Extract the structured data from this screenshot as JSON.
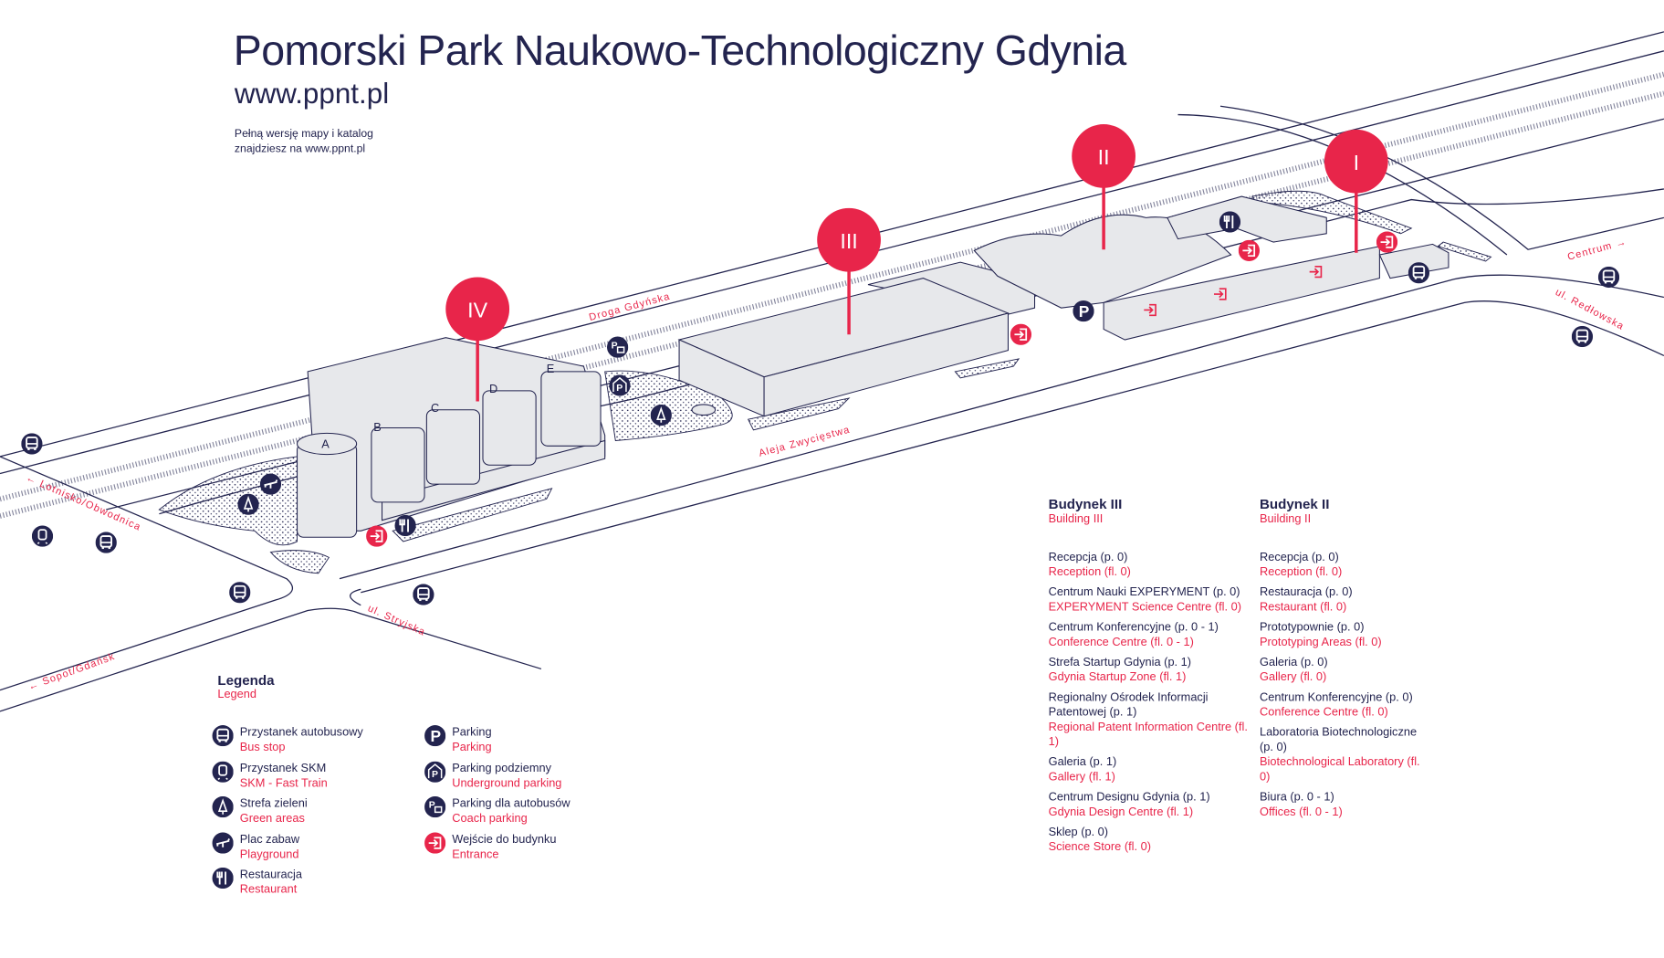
{
  "header": {
    "title": "Pomorski Park Naukowo-Technologiczny Gdynia",
    "url": "www.ppnt.pl",
    "note_line1": "Pełną wersję mapy i katalog",
    "note_line2": "znajdziesz na www.ppnt.pl"
  },
  "map": {
    "buildings": [
      "IV",
      "III",
      "II",
      "I"
    ],
    "wings": [
      "A",
      "B",
      "C",
      "D",
      "E"
    ],
    "roads": {
      "droga": "Droga Gdyńska",
      "aleja": "Aleja Zwycięstwa",
      "lotnisko": "← Lotnisko/Obwodnica",
      "sopot": "← Sopot/Gdańsk",
      "stryjska": "ul. Stryjska",
      "centrum": "Centrum →",
      "redlowska": "ul. Redłowska"
    },
    "colors": {
      "navy": "#23244f",
      "red": "#e8254a",
      "building": "#e7e8eb"
    }
  },
  "building3": {
    "title": "Budynek III",
    "subtitle": "Building III",
    "items": [
      {
        "pl": "Recepcja (p. 0)",
        "en": "Reception (fl. 0)"
      },
      {
        "pl": "Centrum Nauki EXPERYMENT (p. 0)",
        "en": "EXPERYMENT Science Centre (fl. 0)"
      },
      {
        "pl": "Centrum Konferencyjne (p. 0 - 1)",
        "en": "Conference Centre (fl. 0 - 1)"
      },
      {
        "pl": "Strefa Startup Gdynia (p. 1)",
        "en": "Gdynia Startup Zone (fl. 1)"
      },
      {
        "pl": "Regionalny Ośrodek Informacji Patentowej (p. 1)",
        "en": "Regional Patent Information Centre (fl. 1)"
      },
      {
        "pl": "Galeria (p. 1)",
        "en": "Gallery (fl. 1)"
      },
      {
        "pl": "Centrum Designu Gdynia (p. 1)",
        "en": "Gdynia Design Centre (fl. 1)"
      },
      {
        "pl": "Sklep (p. 0)",
        "en": "Science Store (fl. 0)"
      }
    ]
  },
  "building2": {
    "title": "Budynek II",
    "subtitle": "Building II",
    "items": [
      {
        "pl": "Recepcja (p. 0)",
        "en": "Reception (fl. 0)"
      },
      {
        "pl": "Restauracja (p. 0)",
        "en": "Restaurant (fl. 0)"
      },
      {
        "pl": "Prototypownie (p. 0)",
        "en": "Prototyping Areas (fl. 0)"
      },
      {
        "pl": "Galeria (p. 0)",
        "en": "Gallery (fl. 0)"
      },
      {
        "pl": "Centrum Konferencyjne (p. 0)",
        "en": "Conference Centre (fl. 0)"
      },
      {
        "pl": "Laboratoria Biotechnologiczne (p. 0)",
        "en": "Biotechnological Laboratory (fl. 0)"
      },
      {
        "pl": "Biura (p. 0 - 1)",
        "en": "Offices (fl. 0 - 1)"
      }
    ]
  },
  "legend": {
    "title": "Legenda",
    "subtitle": "Legend",
    "items": [
      {
        "icon": "bus-stop",
        "pl": "Przystanek autobusowy",
        "en": "Bus stop"
      },
      {
        "icon": "skm-train",
        "pl": "Przystanek SKM",
        "en": "SKM - Fast Train"
      },
      {
        "icon": "tree",
        "pl": "Strefa zieleni",
        "en": "Green areas"
      },
      {
        "icon": "playground",
        "pl": "Plac zabaw",
        "en": "Playground"
      },
      {
        "icon": "restaurant",
        "pl": "Restauracja",
        "en": "Restaurant"
      },
      {
        "icon": "parking",
        "pl": "Parking",
        "en": "Parking"
      },
      {
        "icon": "underground-parking",
        "pl": "Parking podziemny",
        "en": "Underground parking"
      },
      {
        "icon": "coach-parking",
        "pl": "Parking dla autobusów",
        "en": "Coach parking"
      },
      {
        "icon": "entrance",
        "pl": "Wejście do budynku",
        "en": "Entrance"
      }
    ]
  }
}
